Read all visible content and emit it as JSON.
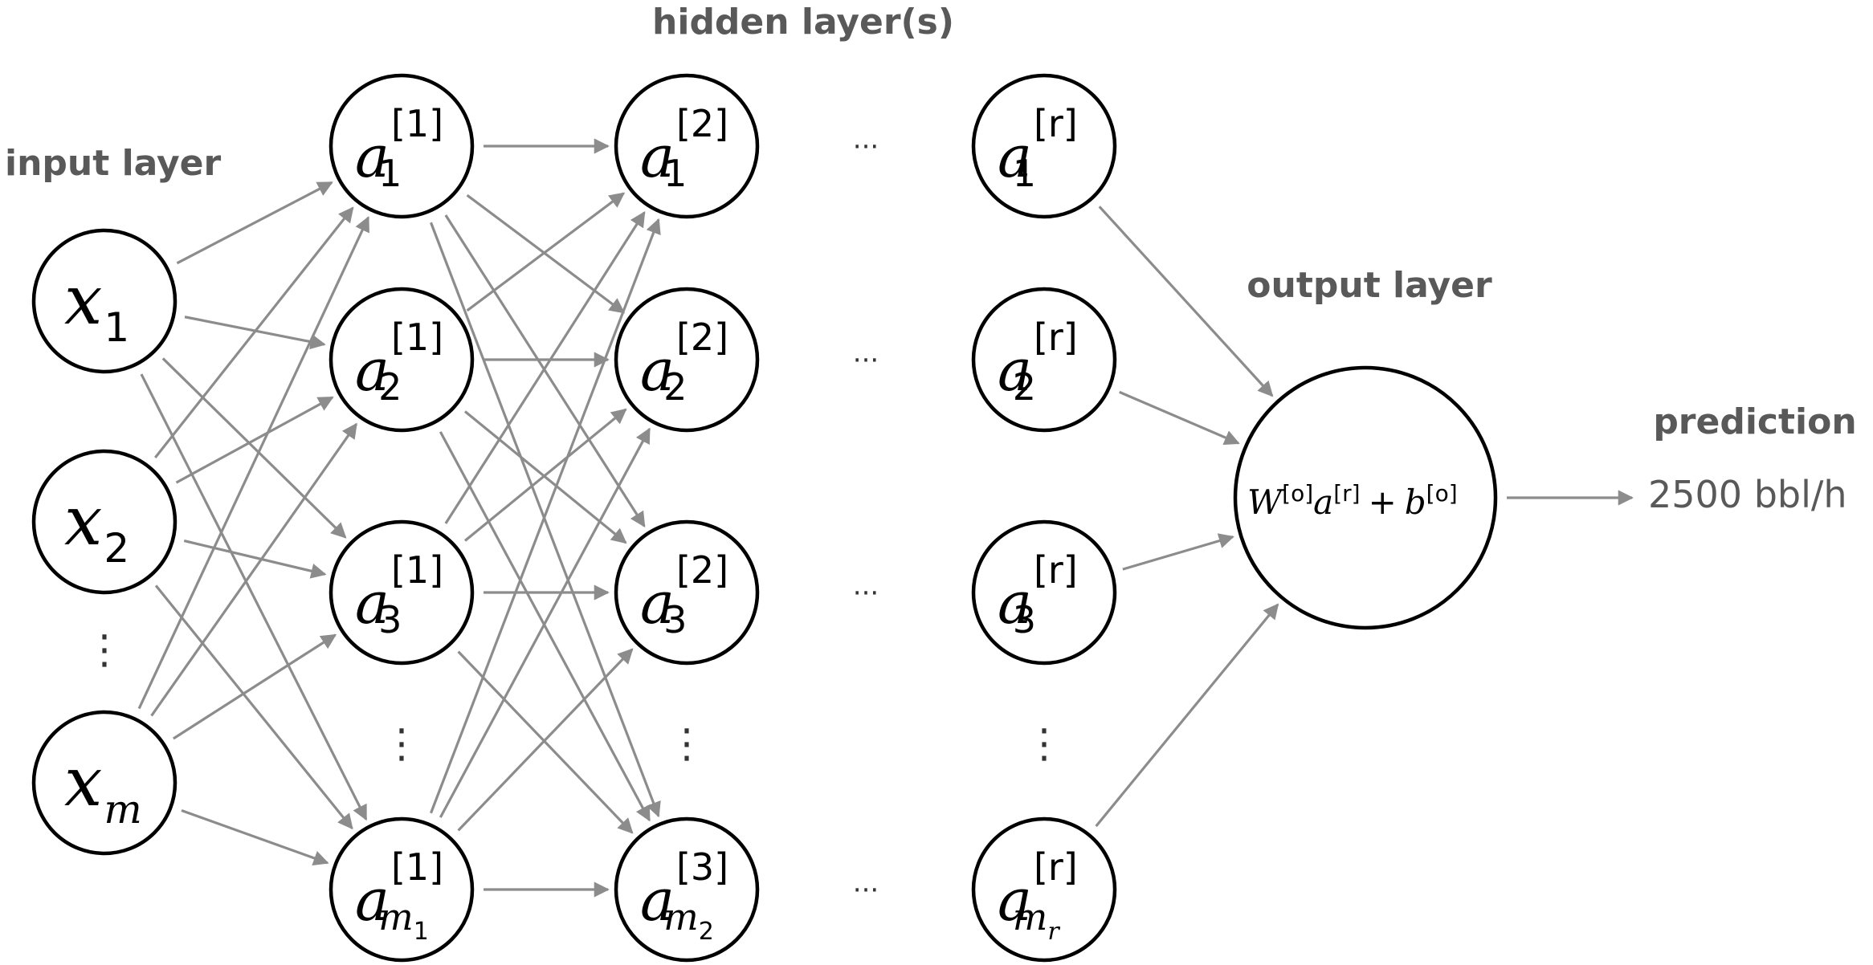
{
  "labels": {
    "hidden": "hidden layer(s)",
    "input": "input layer",
    "output": "output layer",
    "prediction": "prediction",
    "prediction_value": "2500 bbl/h"
  },
  "colors": {
    "label_text": "#595959",
    "edge": "#8c8c8c",
    "node_stroke": "#000000"
  },
  "input_nodes": [
    {
      "base": "x",
      "sup": "",
      "sub": "1"
    },
    {
      "base": "x",
      "sup": "",
      "sub": "2"
    },
    {
      "base": "x",
      "sup": "",
      "sub": "m"
    }
  ],
  "hidden_layer_1": [
    {
      "base": "a",
      "sup": "[1]",
      "sub": "1"
    },
    {
      "base": "a",
      "sup": "[1]",
      "sub": "2"
    },
    {
      "base": "a",
      "sup": "[1]",
      "sub": "3"
    },
    {
      "base": "a",
      "sup": "[1]",
      "sub": "m",
      "subsub": "1"
    }
  ],
  "hidden_layer_2": [
    {
      "base": "a",
      "sup": "[2]",
      "sub": "1"
    },
    {
      "base": "a",
      "sup": "[2]",
      "sub": "2"
    },
    {
      "base": "a",
      "sup": "[2]",
      "sub": "3"
    },
    {
      "base": "a",
      "sup": "[3]",
      "sub": "m",
      "subsub": "2"
    }
  ],
  "hidden_layer_r": [
    {
      "base": "a",
      "sup": "[r]",
      "sub": "1"
    },
    {
      "base": "a",
      "sup": "[r]",
      "sub": "2"
    },
    {
      "base": "a",
      "sup": "[r]",
      "sub": "3"
    },
    {
      "base": "a",
      "sup": "[r]",
      "sub": "m",
      "subsub": "r"
    }
  ],
  "output_formula": {
    "w": "W",
    "w_sup": "[o]",
    "a": "a",
    "a_sup": "[r]",
    "plus": "+",
    "b": "b",
    "b_sup": "[o]"
  },
  "ellipsis_horizontal": "···",
  "ellipsis_vertical": "⋮"
}
